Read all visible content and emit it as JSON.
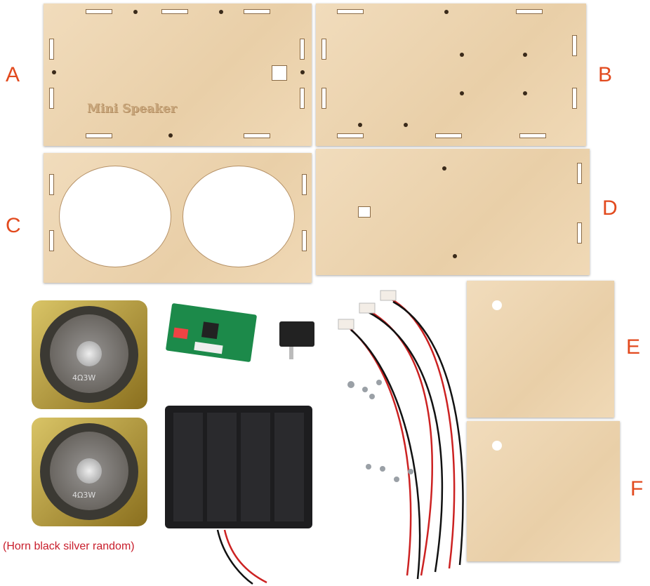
{
  "labels": {
    "a": "A",
    "b": "B",
    "c": "C",
    "d": "D",
    "e": "E",
    "f": "F"
  },
  "engraving": "Mini Speaker",
  "speaker_marking": "4Ω3W",
  "caption": "(Horn black silver random)",
  "colors": {
    "label": "#e24a1e",
    "caption": "#c81e2c",
    "wood": "#ecd3ad"
  }
}
